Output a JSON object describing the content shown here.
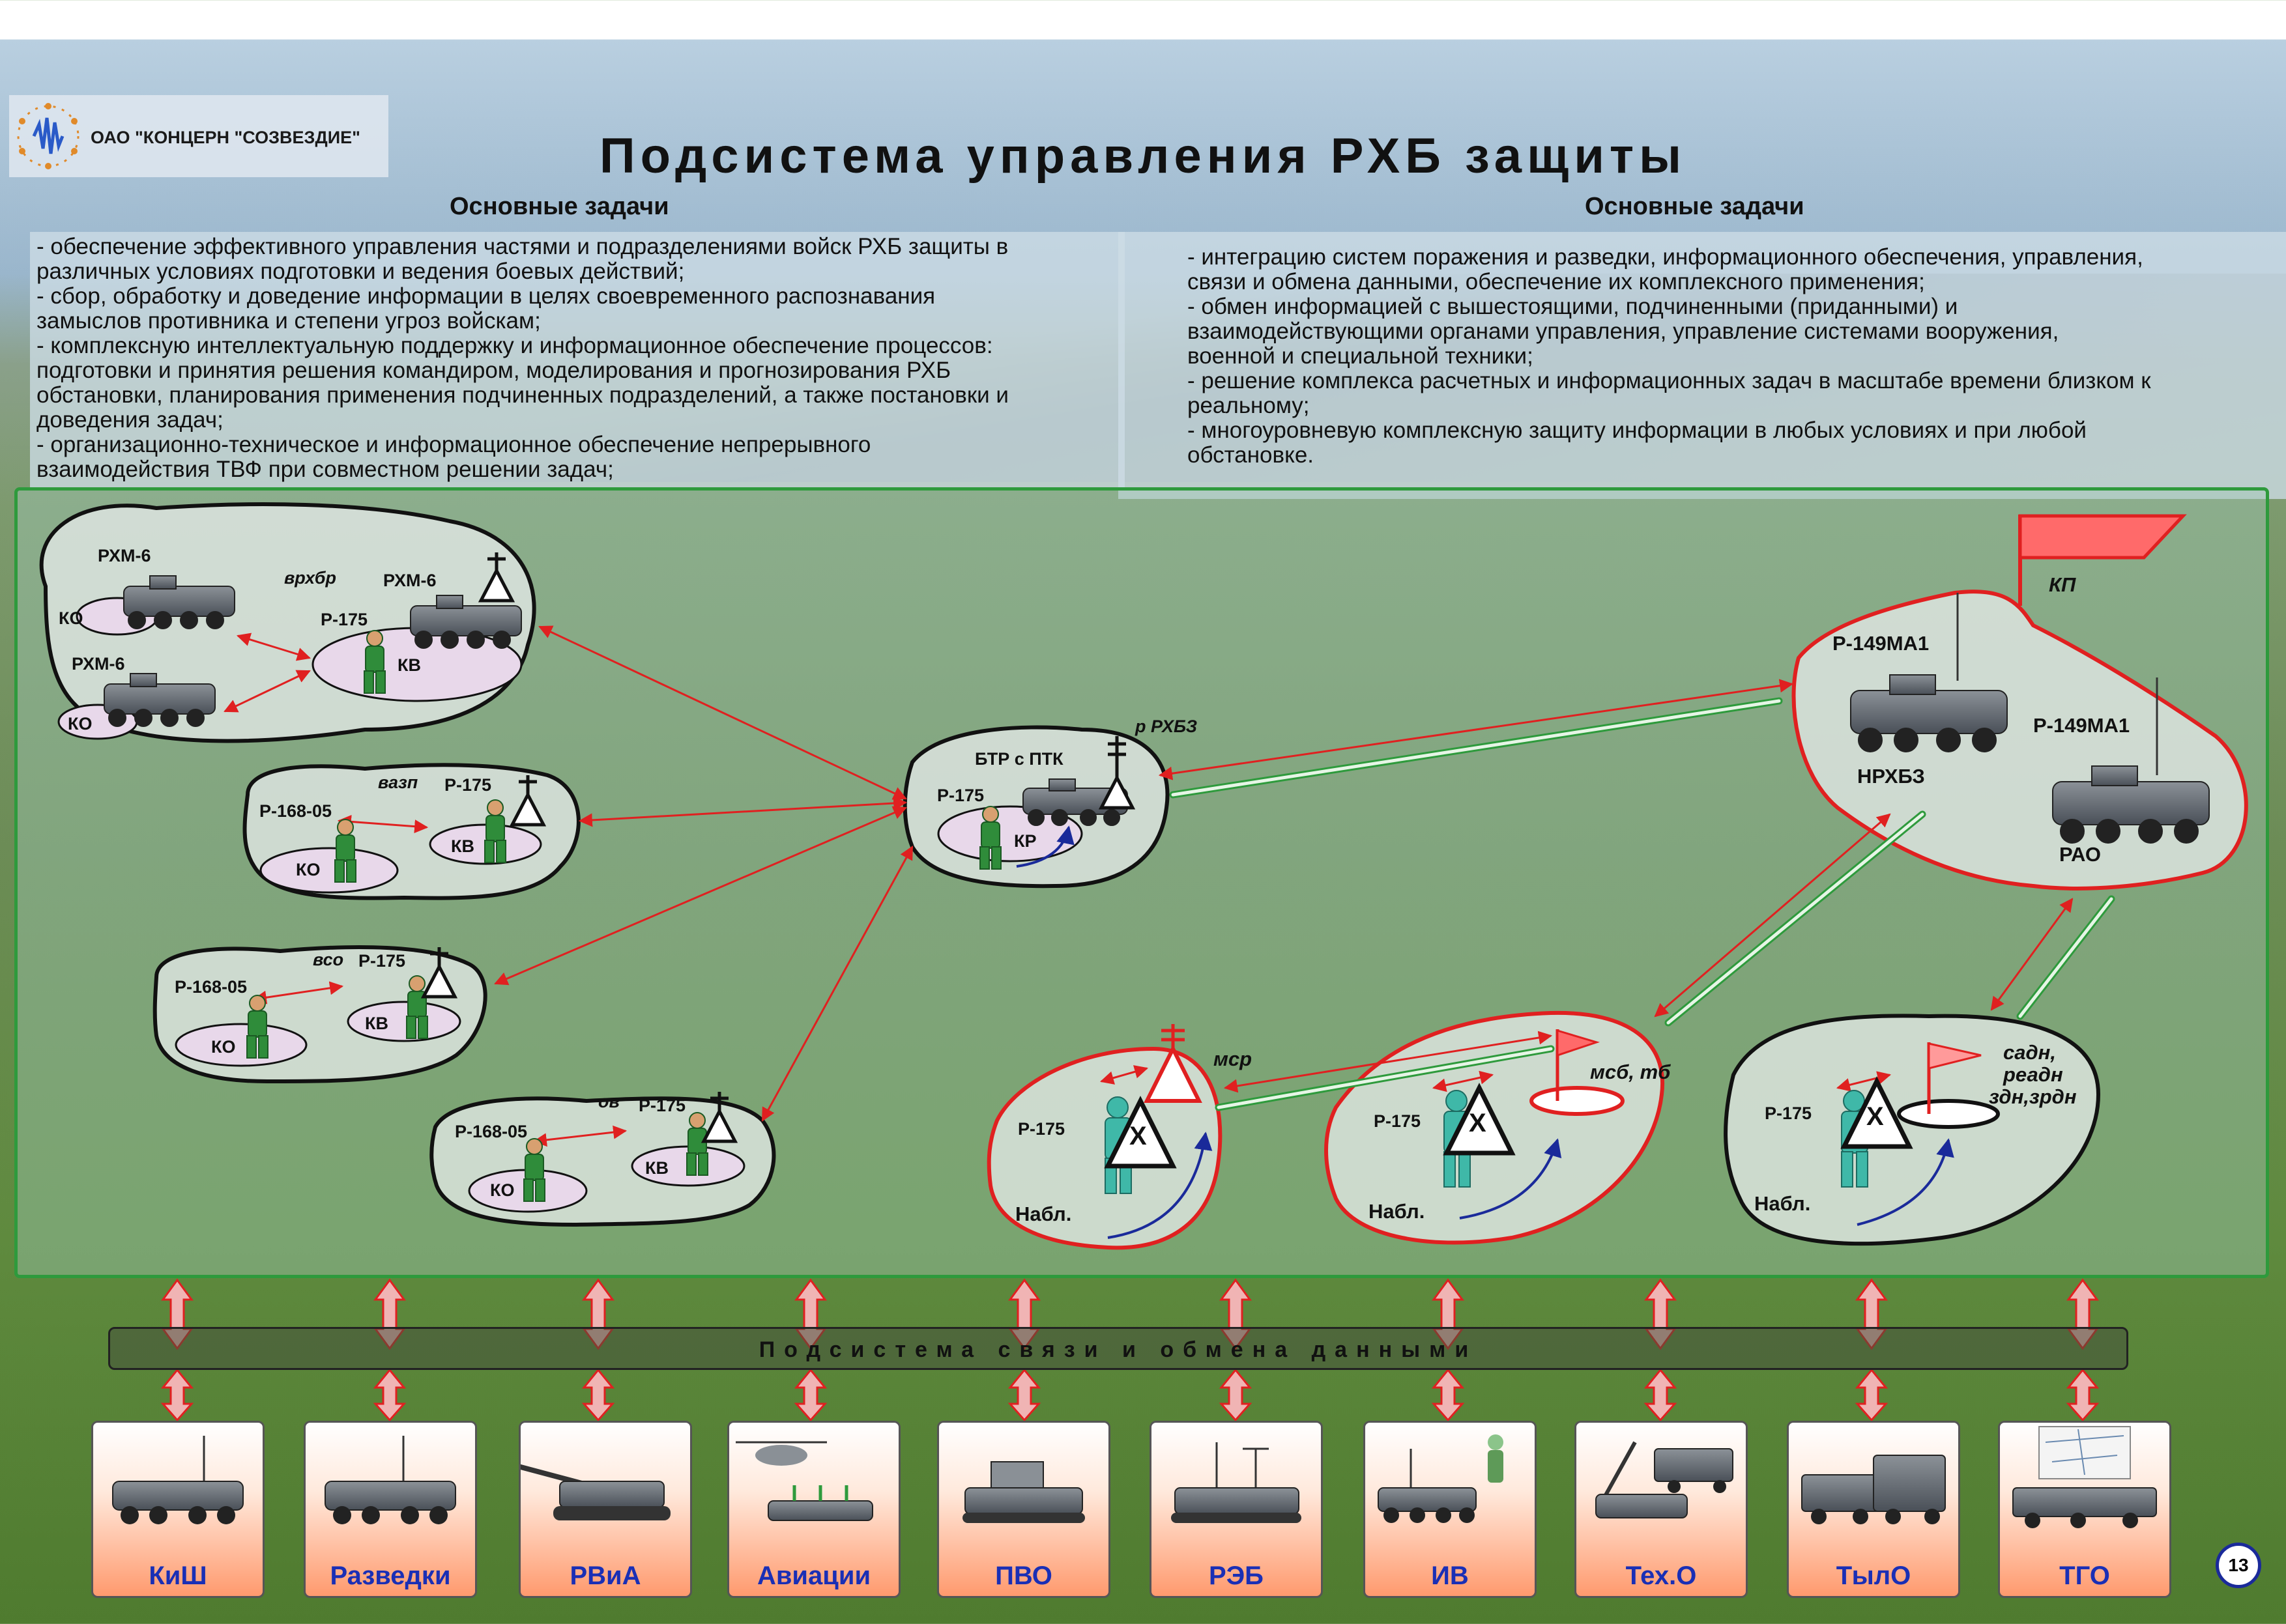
{
  "logo": {
    "text": "ОАО \"КОНЦЕРН \"СОЗВЕЗДИЕ\""
  },
  "title": "Подсистема управления РХБ защиты",
  "left": {
    "heading": "Основные задачи",
    "text": " - обеспечение эффективного управления частями и подразделениями войск РХБ защиты в\nразличных условиях подготовки и ведения боевых действий;\n- сбор, обработку и доведение информации в целях своевременного распознавания\nзамыслов противника и степени угроз войскам;\n- комплексную интеллектуальную поддержку и информационное обеспечение процессов:\nподготовки и принятия решения командиром, моделирования и прогнозирования РХБ\nобстановки, планирования применения подчиненных подразделений, а также постановки и\nдоведения задач;\n- организационно-техническое и информационное обеспечение непрерывного\nвзаимодействия ТВФ при совместном решении задач;"
  },
  "right": {
    "heading": "Основные задачи",
    "text": "- интеграцию систем поражения и разведки, информационного обеспечения, управления,\nсвязи и обмена данными, обеспечение их комплексного применения;\n- обмен информацией с вышестоящими, подчиненными (приданными) и\nвзаимодействующими органами управления, управление системами вооружения,\nвоенной и специальной техники;\n- решение комплекса расчетных и информационных задач в масштабе времени близком к\nреальному;\n- многоуровневую комплексную защиту информации в любых условиях и при любой\nобстановке."
  },
  "diagram": {
    "vrhbr": {
      "unit": "врхбр",
      "rhm_a": "РХМ-6",
      "rhm_b": "РХМ-6",
      "rhm_c": "РХМ-6",
      "r175": "Р-175",
      "ko_a": "КО",
      "ko_b": "КО",
      "kv": "КВ"
    },
    "vazp": {
      "unit": "вазп",
      "r168": "Р-168-05",
      "r175": "Р-175",
      "ko": "КО",
      "kv": "КВ"
    },
    "vso": {
      "unit": "всо",
      "r168": "Р-168-05",
      "r175": "Р-175",
      "ko": "КО",
      "kv": "КВ"
    },
    "ov": {
      "unit": "ов",
      "r168": "Р-168-05",
      "r175": "Р-175",
      "ko": "КО",
      "kv": "КВ"
    },
    "rrhbz": {
      "unit": "р РХБЗ",
      "btr": "БТР с ПТК",
      "r175": "Р-175",
      "kr": "КР"
    },
    "kp": {
      "flag": "КП",
      "r149a": "Р-149МА1",
      "r149b": "Р-149МА1",
      "nrhbz": "НРХБЗ",
      "rao": "РАО"
    },
    "msr": {
      "unit": "мср",
      "r175": "Р-175",
      "nabl": "Набл.",
      "sym": "Х"
    },
    "msb": {
      "unit": "мсб, тб",
      "r175": "Р-175",
      "nabl": "Набл.",
      "sym": "Х"
    },
    "sadn": {
      "unit_1": "садн,",
      "unit_2": "реадн",
      "unit_3": "здн,зрдн",
      "r175": "Р-175",
      "nabl": "Набл.",
      "sym": "Х"
    }
  },
  "bus": {
    "label": "Подсистема связи и обмена данными"
  },
  "cards": [
    "КиШ",
    "Разведки",
    "РВиА",
    "Авиации",
    "ПВО",
    "РЭБ",
    "ИВ",
    "Тех.О",
    "ТылО",
    "ТГО"
  ],
  "page": "13",
  "colors": {
    "frame": "#2e9a3c",
    "link": "#e02020",
    "data_link": "#2e9a3c",
    "label": "#1a2fb5"
  }
}
